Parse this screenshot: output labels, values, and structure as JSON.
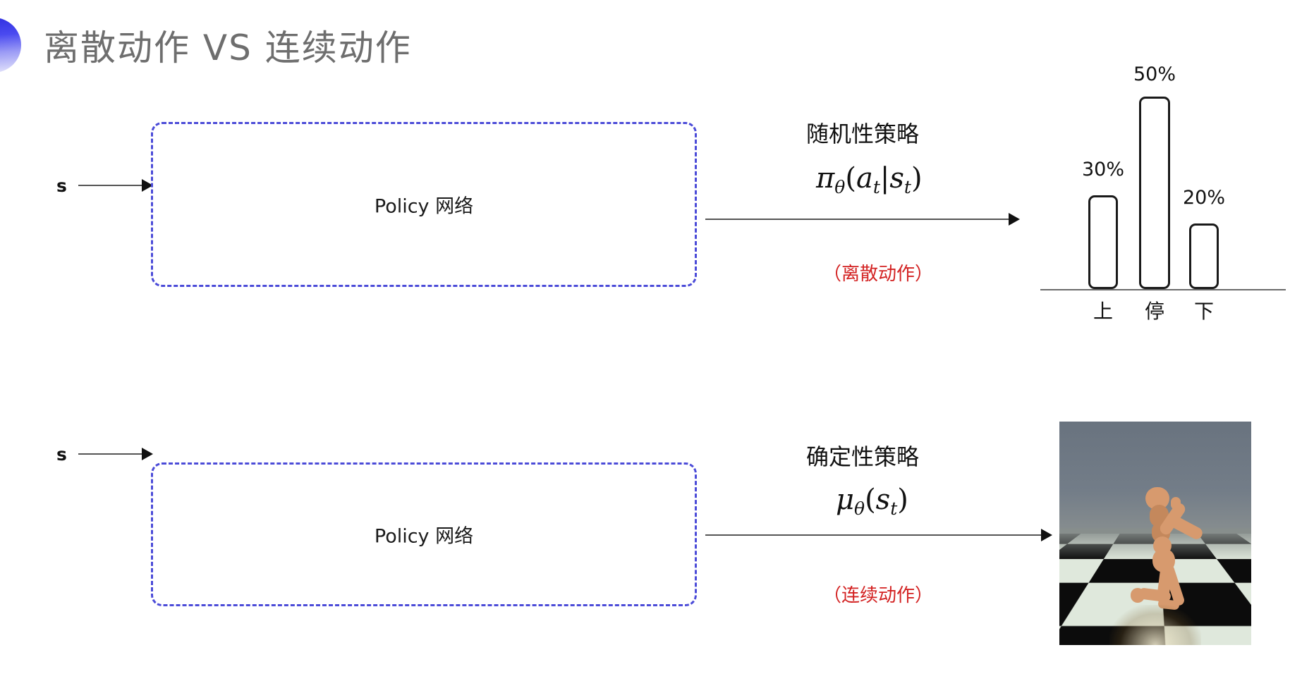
{
  "slide": {
    "title": "离散动作 VS 连续动作",
    "decor_icon": "half-circle-gradient",
    "background_color": "#ffffff",
    "title_color": "#6e6e6e",
    "accent_color": "#4b4bd8",
    "note_color": "#d32222"
  },
  "rows": [
    {
      "id": "discrete",
      "input_label": "s",
      "box_label": "Policy 网络",
      "policy_type": "随机性策略",
      "formula": {
        "base": "π",
        "base_sub": "θ",
        "open": "(",
        "arg1": "a",
        "arg1_sub": "t",
        "bar": "|",
        "arg2": "s",
        "arg2_sub": "t",
        "close": ")",
        "plain": "π_θ(a_t|s_t)"
      },
      "note": "（离散动作）",
      "output_kind": "bar-chart"
    },
    {
      "id": "continuous",
      "input_label": "s",
      "box_label": "Policy 网络",
      "policy_type": "确定性策略",
      "formula": {
        "base": "μ",
        "base_sub": "θ",
        "open": "(",
        "arg1": "s",
        "arg1_sub": "t",
        "close": ")",
        "plain": "μ_θ(s_t)"
      },
      "note": "（连续动作）",
      "output_kind": "humanoid-simulation"
    }
  ],
  "chart_data": {
    "type": "bar",
    "title": "",
    "categories": [
      "上",
      "停",
      "下"
    ],
    "values": [
      30,
      50,
      20
    ],
    "value_labels": [
      "30%",
      "50%",
      "20%"
    ],
    "ylabel": "",
    "xlabel": "",
    "ylim": [
      0,
      60
    ],
    "grid": false,
    "legend": "none",
    "bar_fill": "#ffffff",
    "bar_stroke": "#1a1a1a"
  },
  "sim": {
    "caption": "",
    "scene": "MuJoCo humanoid on checkerboard floor",
    "sky_color": "#6f7b88",
    "floor_colors": [
      "#0c0c0c",
      "#dfe8dc"
    ],
    "body_color": "#d79a6e"
  }
}
